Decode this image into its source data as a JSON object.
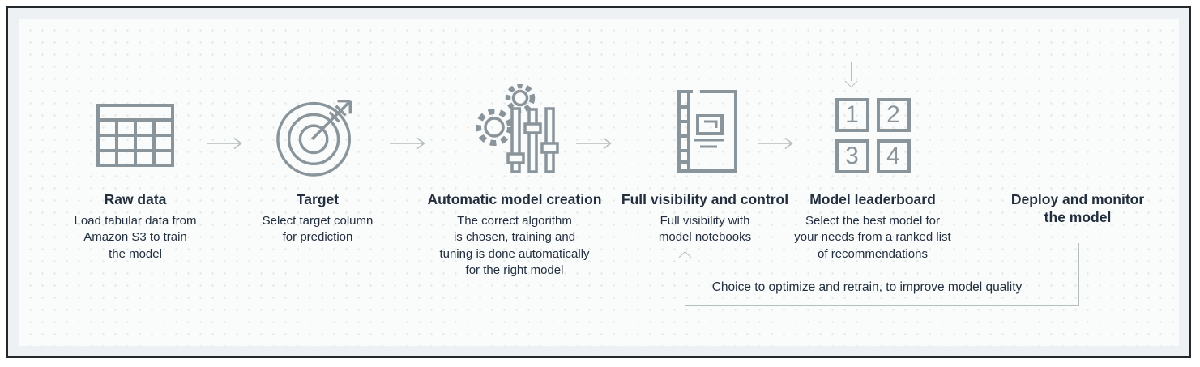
{
  "diagram": {
    "steps": [
      {
        "title": "Raw data",
        "description": "Load tabular data from\nAmazon S3 to train\nthe model",
        "icon": "table-icon"
      },
      {
        "title": "Target",
        "description": "Select target column\nfor prediction",
        "icon": "target-icon"
      },
      {
        "title": "Automatic model creation",
        "description": "The correct algorithm\nis chosen, training and\ntuning is done automatically\nfor the right model",
        "icon": "gears-sliders-icon"
      },
      {
        "title": "Full visibility and control",
        "description": "Full visibility with\nmodel notebooks",
        "icon": "notebook-icon"
      },
      {
        "title": "Model leaderboard",
        "description": "Select the best model for\nyour needs from a ranked list\nof recommendations",
        "icon": "leaderboard-grid-icon",
        "grid": [
          "1",
          "2",
          "3",
          "4"
        ]
      },
      {
        "title": "Deploy and monitor\nthe model",
        "description": "",
        "icon": null
      }
    ],
    "feedback_caption": "Choice to optimize and retrain, to improve model quality",
    "colors": {
      "text_navy": "#232f3e",
      "icon_gray": "#8a949b",
      "connector_gray": "#b4bdc0"
    }
  }
}
